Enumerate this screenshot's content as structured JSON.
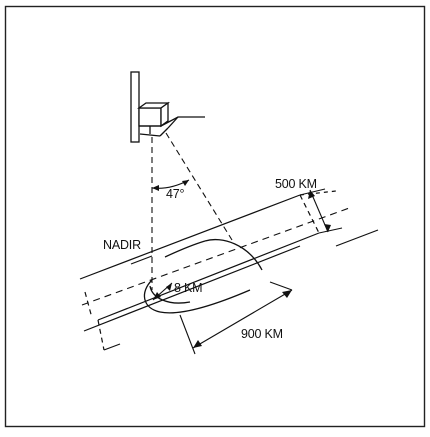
{
  "diagram": {
    "labels": {
      "angle": "47°",
      "nadir": "NADIR",
      "swath_width": "500 KM",
      "spot_size": "8 KM",
      "swath_length": "900 KM"
    }
  }
}
